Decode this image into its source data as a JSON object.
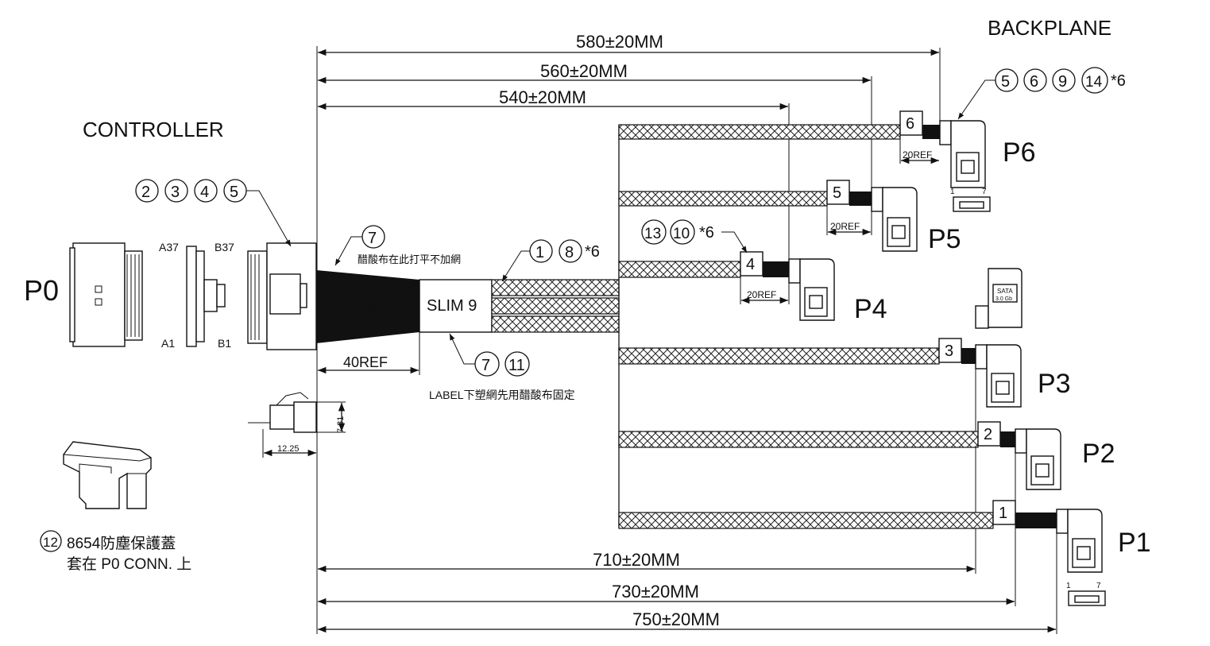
{
  "labels": {
    "controller": "CONTROLLER",
    "backplane": "BACKPLANE",
    "p0": "P0",
    "p1": "P1",
    "p2": "P2",
    "p3": "P3",
    "p4": "P4",
    "p5": "P5",
    "p6": "P6",
    "slim": "SLIM 9",
    "a37": "A37",
    "b37": "B37",
    "a1": "A1",
    "b1": "B1",
    "pin1": "1",
    "pin7": "7",
    "sata": "SATA",
    "sata_speed": "3.0 Gb"
  },
  "dimensions": {
    "d580": "580±20MM",
    "d560": "560±20MM",
    "d540": "540±20MM",
    "d710": "710±20MM",
    "d730": "730±20MM",
    "d750": "750±20MM",
    "ref40": "40REF",
    "ref20_p6": "20REF",
    "ref20_p5": "20REF",
    "ref20_p4": "20REF",
    "h731": "7.31",
    "w1225": "12.25"
  },
  "callouts": {
    "c_2345": [
      "2",
      "3",
      "4",
      "5"
    ],
    "c_7top": "7",
    "c_7top_note": "醋酸布在此打平不加網",
    "c_18": [
      "1",
      "8"
    ],
    "c_18_suffix": "*6",
    "c_1310": [
      "13",
      "10"
    ],
    "c_1310_suffix": "*6",
    "c_56914": [
      "5",
      "6",
      "9",
      "14"
    ],
    "c_56914_suffix": "*6",
    "c_711": [
      "7",
      "11"
    ],
    "c_711_note": "LABEL下塑網先用醋酸布固定",
    "c_12": "12",
    "c_12_note_line1": "8654防塵保護蓋",
    "c_12_note_line2": "套在 P0 CONN. 上"
  },
  "cable_tags": [
    "1",
    "2",
    "3",
    "4",
    "5",
    "6"
  ]
}
